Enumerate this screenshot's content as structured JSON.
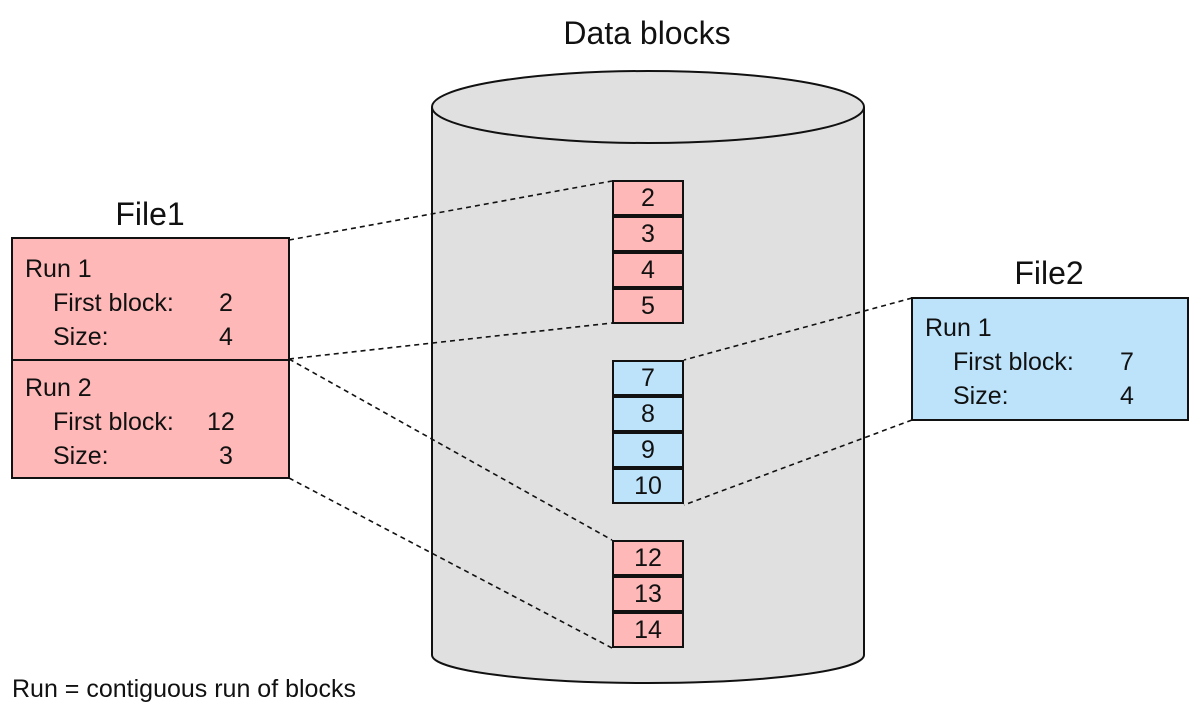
{
  "colors": {
    "file1_fill": "#ffb8b8",
    "file2_fill": "#bde3fb",
    "cylinder_fill": "#e0e0e0",
    "stroke": "#111111"
  },
  "disk": {
    "title": "Data blocks"
  },
  "file1": {
    "title": "File1",
    "runs": [
      {
        "run_label": "Run 1",
        "first_block_label": "First block:",
        "first_block": "2",
        "size_label": "Size:",
        "size": "4"
      },
      {
        "run_label": "Run 2",
        "first_block_label": "First block:",
        "first_block": "12",
        "size_label": "Size:",
        "size": "3"
      }
    ]
  },
  "file2": {
    "title": "File2",
    "runs": [
      {
        "run_label": "Run 1",
        "first_block_label": "First block:",
        "first_block": "7",
        "size_label": "Size:",
        "size": "4"
      }
    ]
  },
  "blocks": {
    "group1": [
      "2",
      "3",
      "4",
      "5"
    ],
    "group2": [
      "7",
      "8",
      "9",
      "10"
    ],
    "group3": [
      "12",
      "13",
      "14"
    ]
  },
  "footnote": "Run =  contiguous run of blocks"
}
